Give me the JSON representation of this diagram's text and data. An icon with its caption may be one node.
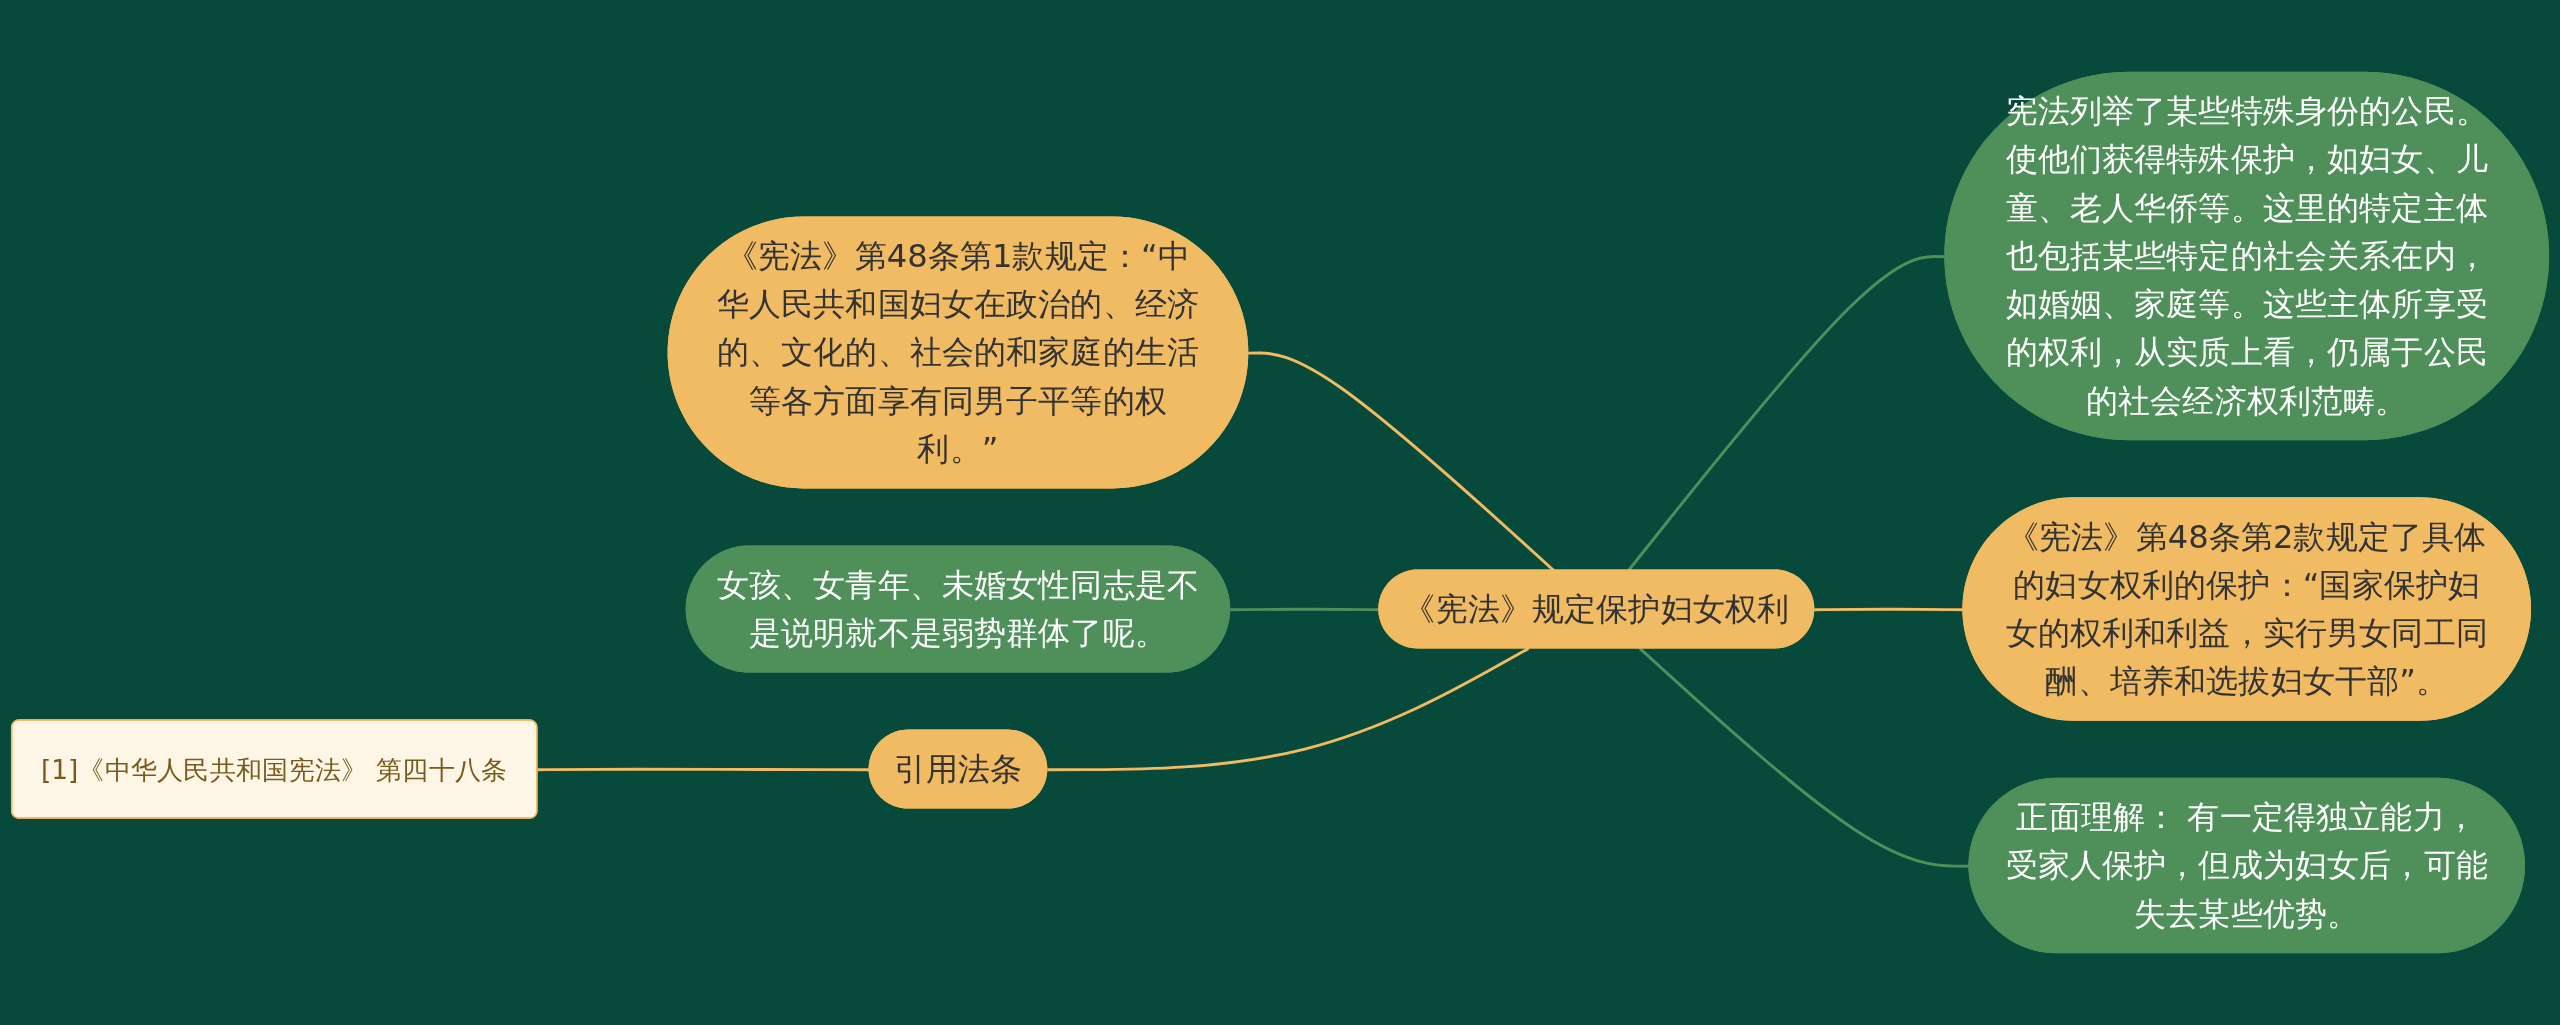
{
  "diagram": {
    "nodes": [
      {
        "text": [
          "《宪法》规定保护妇女权利"
        ]
      },
      {
        "text": [
          "《宪法》第48条第1款规定：“中华人民共和国妇女在政治的、经济的、文化的、社会的和家庭的生活等各方面享有同男子平等的权利。”"
        ]
      },
      {
        "text": [
          "女孩、女青年、未婚女性同志是不是说明就不是弱势群体了呢。"
        ]
      },
      {
        "text": [
          "引用法条"
        ]
      },
      {
        "text": [
          "[1]《中华人民共和国宪法》 第四十八条"
        ]
      },
      {
        "text": [
          "宪法列举了某些特殊身份的公民。使他们获得特殊保护，如妇女、儿童、老人华侨等。这里的特定主体也包括某些特定的社会关系在内，如婚姻、家庭等。这些主体所享受的权利，从实质上看，仍属于公民的社会经济权利范畴。"
        ]
      },
      {
        "text": [
          "《宪法》第48条第2款规定了具体的妇女权利的保护：“国家保护妇女的权利和利益，实行男女同工同酬、培养和选拔妇女干部”。"
        ]
      },
      {
        "text": [
          "正面理解： 有一定得独立能力，受家人保护，但成为妇女后，可能失去某些优势。"
        ]
      }
    ],
    "edges": [
      {
        "from": 1,
        "to": 0,
        "arrow": "none",
        "color": "#f0bb62"
      },
      {
        "from": 2,
        "to": 0,
        "arrow": "none",
        "color": "#4f8f5a"
      },
      {
        "from": 3,
        "to": 0,
        "arrow": "none",
        "color": "#f0bb62"
      },
      {
        "from": 4,
        "to": 3,
        "arrow": "none",
        "color": "#f0bb62"
      },
      {
        "from": 0,
        "to": 5,
        "arrow": "none",
        "color": "#4f8f5a"
      },
      {
        "from": 0,
        "to": 6,
        "arrow": "none",
        "color": "#f0bb62"
      },
      {
        "from": 0,
        "to": 7,
        "arrow": "none",
        "color": "#4f8f5a"
      }
    ]
  }
}
